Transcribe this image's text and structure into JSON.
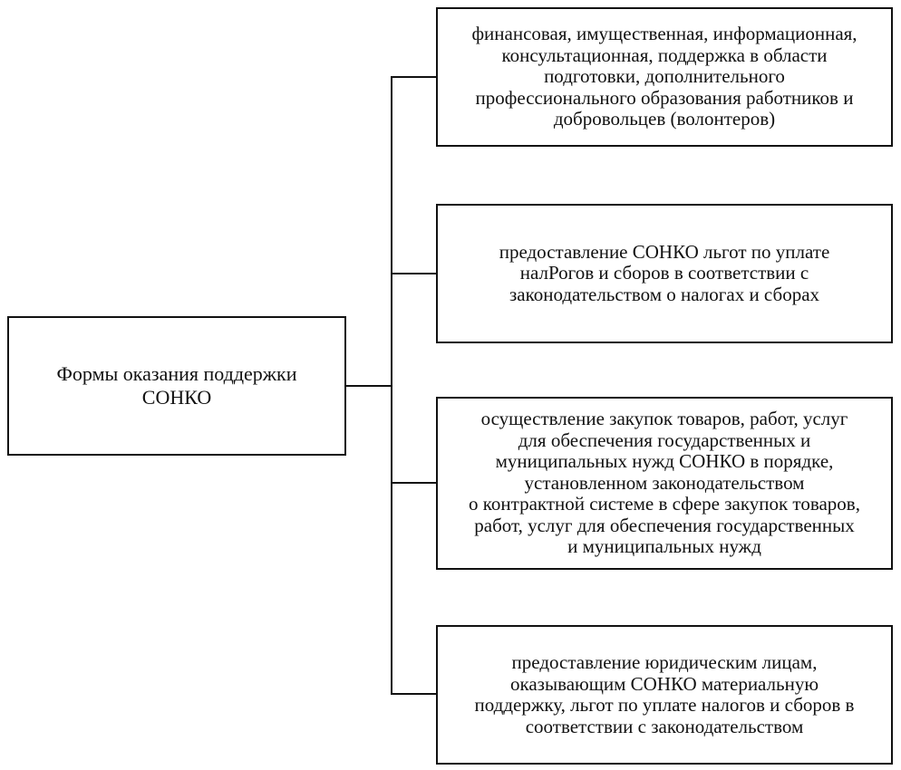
{
  "root": {
    "lines": [
      "Формы оказания поддержки",
      "СОНКО"
    ]
  },
  "items": [
    {
      "lines": [
        "финансовая, имущественная, информационная,",
        "консультационная, поддержка в области",
        "подготовки, дополнительного",
        "профессионального образования работников и",
        "добровольцев (волонтеров)"
      ]
    },
    {
      "lines": [
        "предоставление СОНКО льгот по уплате",
        "налРогов и сборов в соответствии с",
        "законодательством о налогах и сборах"
      ]
    },
    {
      "lines": [
        "осуществление закупок товаров, работ, услуг",
        "для обеспечения государственных и",
        "муниципальных нужд СОНКО в порядке,",
        "установленном законодательством",
        "о контрактной системе в сфере закупок товаров,",
        "работ, услуг для обеспечения государственных",
        "и муниципальных нужд"
      ]
    },
    {
      "lines": [
        "предоставление юридическим лицам,",
        "оказывающим СОНКО материальную",
        "поддержку, льгот по уплате налогов и сборов в",
        "соответствии с законодательством"
      ]
    }
  ]
}
